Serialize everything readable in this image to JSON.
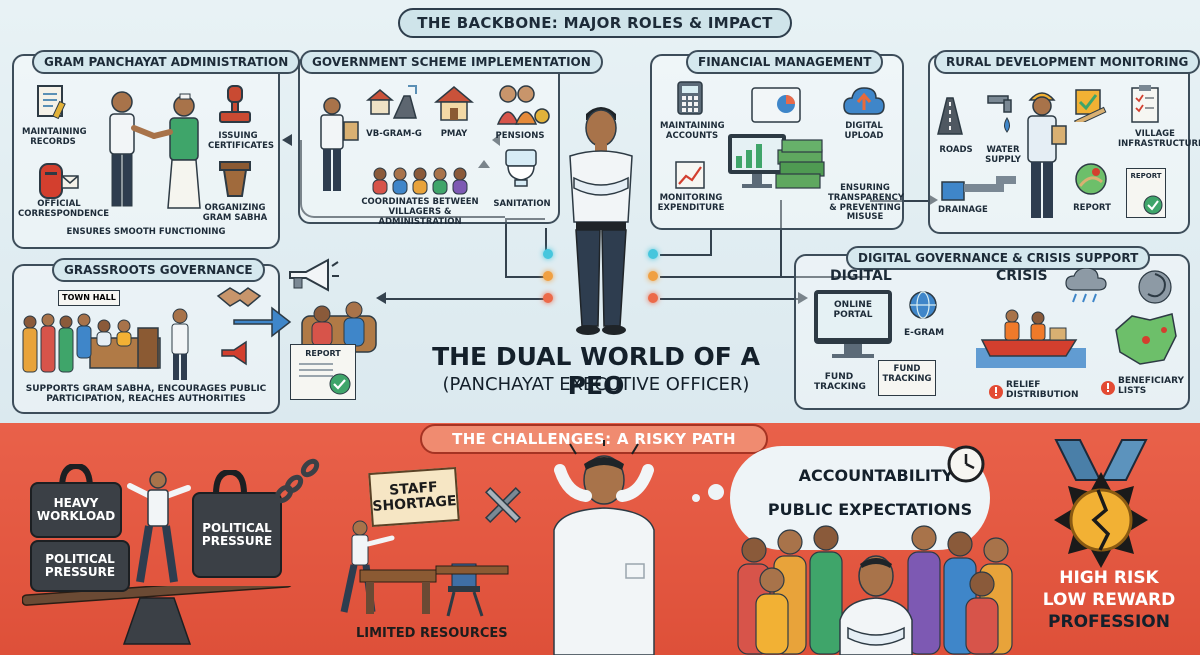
{
  "header": {
    "title": "THE BACKBONE: MAJOR ROLES & IMPACT"
  },
  "panels": {
    "gram_panchayat": {
      "title": "GRAM PANCHAYAT ADMINISTRATION",
      "items": [
        "MAINTAINING RECORDS",
        "ISSUING CERTIFICATES",
        "OFFICIAL CORRESPONDENCE",
        "ORGANIZING GRAM SABHA"
      ],
      "footer": "ENSURES SMOOTH FUNCTIONING"
    },
    "scheme": {
      "title": "GOVERNMENT SCHEME IMPLEMENTATION",
      "items": [
        "VB-GRAM-G",
        "PMAY",
        "PENSIONS",
        "SANITATION"
      ],
      "caption": "COORDINATES BETWEEN VILLAGERS & ADMINISTRATION"
    },
    "financial": {
      "title": "FINANCIAL MANAGEMENT",
      "items": [
        "MAINTAINING ACCOUNTS",
        "DIGITAL UPLOAD",
        "MONITORING EXPENDITURE",
        "ENSURING TRANSPARENCY & PREVENTING MISUSE"
      ]
    },
    "rural": {
      "title": "RURAL DEVELOPMENT MONITORING",
      "items": [
        "ROADS",
        "WATER SUPPLY",
        "VILLAGE INFRASTRUCTURE",
        "DRAINAGE",
        "REPORT"
      ],
      "report_tag": "REPORT"
    },
    "grassroots": {
      "title": "GRASSROOTS GOVERNANCE",
      "town_hall": "TOWN HALL",
      "report_tag": "REPORT",
      "caption": "SUPPORTS GRAM SABHA, ENCOURAGES PUBLIC PARTICIPATION, REACHES AUTHORITIES"
    },
    "digital": {
      "title": "DIGITAL GOVERNANCE & CRISIS SUPPORT",
      "digital_label": "DIGITAL",
      "crisis_label": "CRISIS",
      "portal": "ONLINE PORTAL",
      "egram": "E-GRAM",
      "fund_tracking": "FUND TRACKING",
      "fund_tracking_tag": "FUND TRACKING",
      "relief": "RELIEF DISTRIBUTION",
      "beneficiary": "BENEFICIARY LISTS"
    }
  },
  "center": {
    "title": "THE DUAL WORLD OF A PEO",
    "subtitle": "(PANCHAYAT EXECUTIVE OFFICER)"
  },
  "challenges": {
    "title": "THE CHALLENGES: A RISKY PATH",
    "workload": "HEAVY WORKLOAD",
    "pressure_left": "POLITICAL PRESSURE",
    "pressure_right": "POLITICAL PRESSURE",
    "staff": "STAFF SHORTAGE",
    "resources": "LIMITED RESOURCES",
    "accountability": "ACCOUNTABILITY",
    "expectations": "PUBLIC EXPECTATIONS",
    "risk": "HIGH RISK",
    "reward": "LOW REWARD",
    "profession": "PROFESSION"
  },
  "colors": {
    "challenge_bg": "#e4553f",
    "panel_border": "#3d4d5a",
    "dot_cyan": "#46c6dd",
    "dot_orange": "#f0a042",
    "dot_red": "#ec6a4a",
    "accent_gold": "#f2b134"
  }
}
